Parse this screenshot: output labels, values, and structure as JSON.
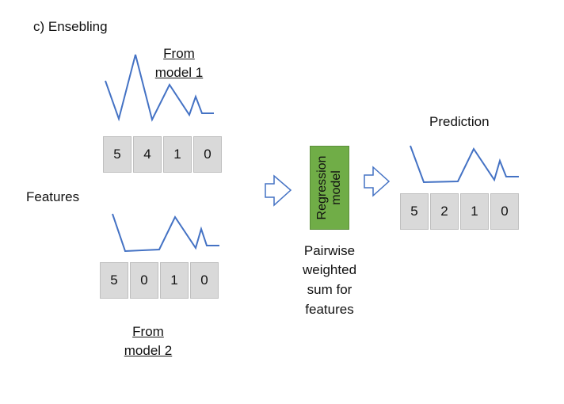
{
  "title": "c) Ensebling",
  "features_label": "Features",
  "model1": {
    "label_line1": "From",
    "label_line2": "model 1",
    "cells": [
      "5",
      "4",
      "1",
      "0"
    ]
  },
  "model2": {
    "label_line1": "From",
    "label_line2": "model 2",
    "cells": [
      "5",
      "0",
      "1",
      "0"
    ]
  },
  "regression": {
    "line1": "Regression",
    "line2": "model"
  },
  "caption": {
    "line1": "Pairwise",
    "line2": "weighted",
    "line3": "sum for",
    "line4": "features"
  },
  "prediction": {
    "label": "Prediction",
    "cells": [
      "5",
      "2",
      "1",
      "0"
    ]
  },
  "colors": {
    "line": "#4472c4",
    "cell_fill": "#d9d9d9",
    "model_fill": "#70ad47",
    "arrow_stroke": "#4472c4"
  }
}
